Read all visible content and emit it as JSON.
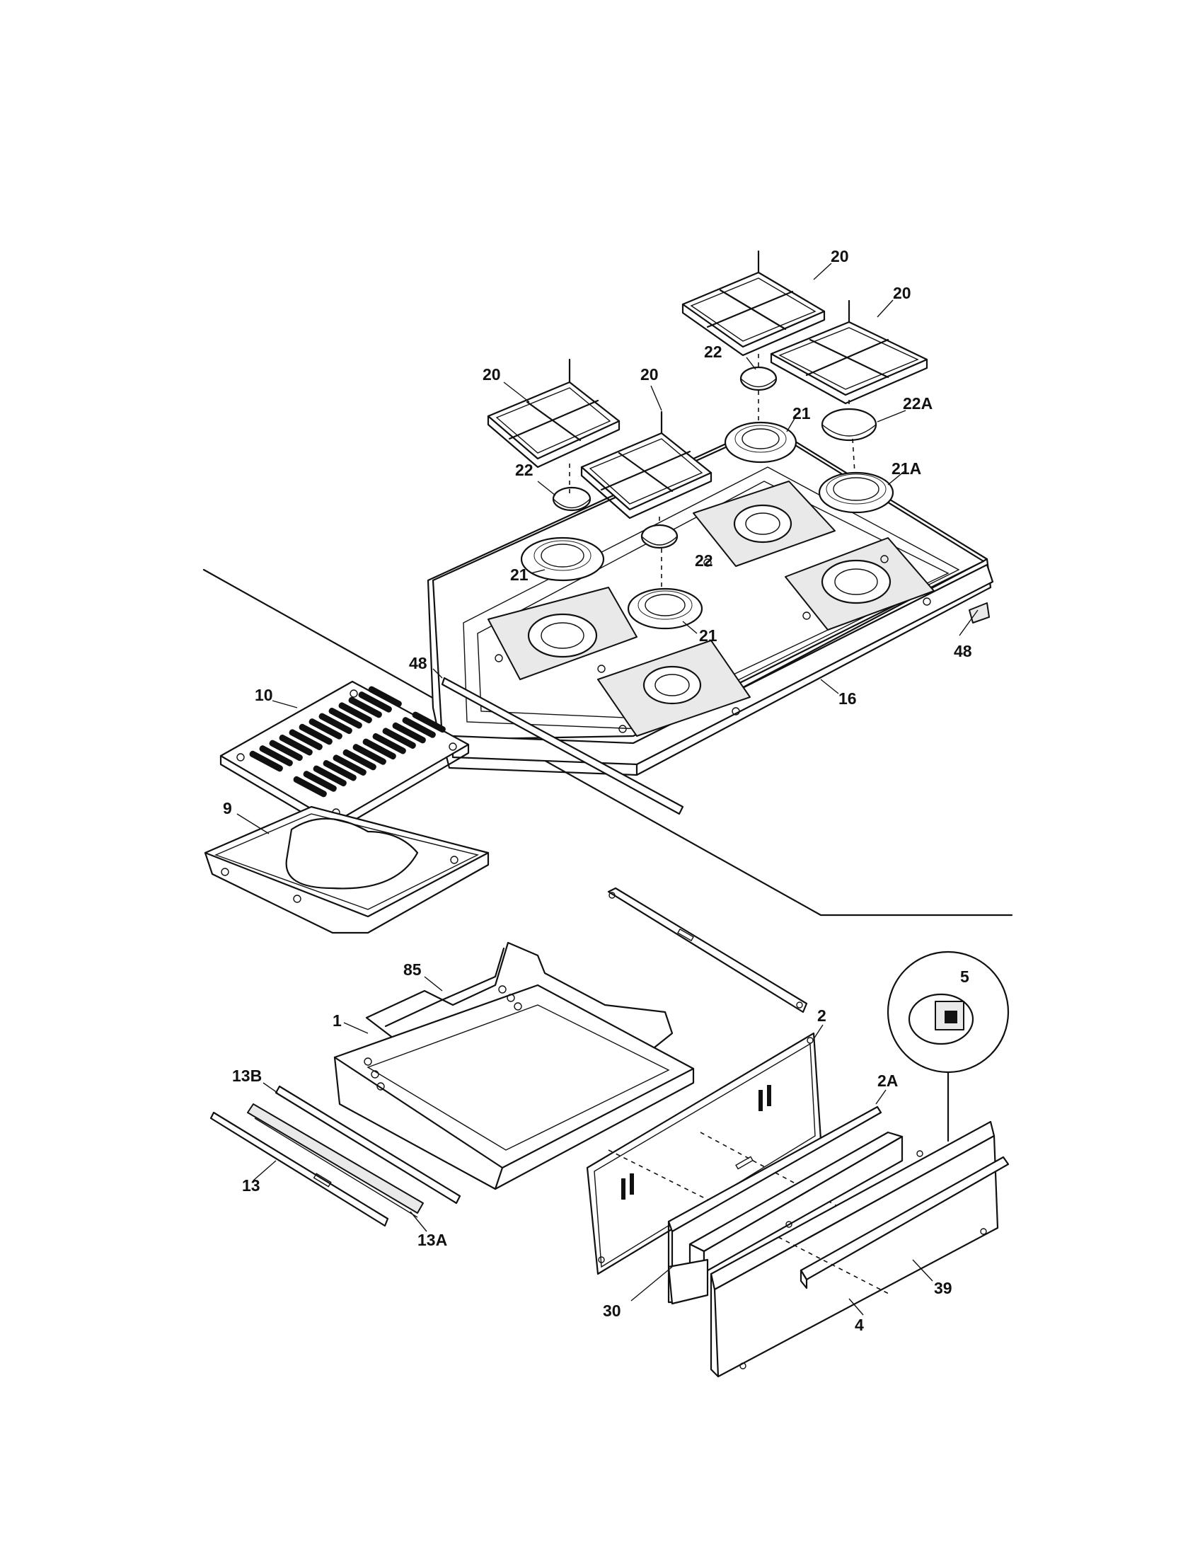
{
  "callouts": {
    "c20a": "20",
    "c20b": "20",
    "c20c": "20",
    "c20d": "20",
    "c22a": "22",
    "c22b": "22",
    "c22c": "22",
    "c22A": "22A",
    "c21a": "21",
    "c21b": "21",
    "c21c": "21",
    "c21A": "21A",
    "c48a": "48",
    "c48b": "48",
    "c16": "16",
    "c10": "10",
    "c9": "9",
    "c85": "85",
    "c1": "1",
    "c2": "2",
    "c2A": "2A",
    "c5": "5",
    "c13B": "13B",
    "c13": "13",
    "c13A": "13A",
    "c30": "30",
    "c39": "39",
    "c4": "4"
  }
}
